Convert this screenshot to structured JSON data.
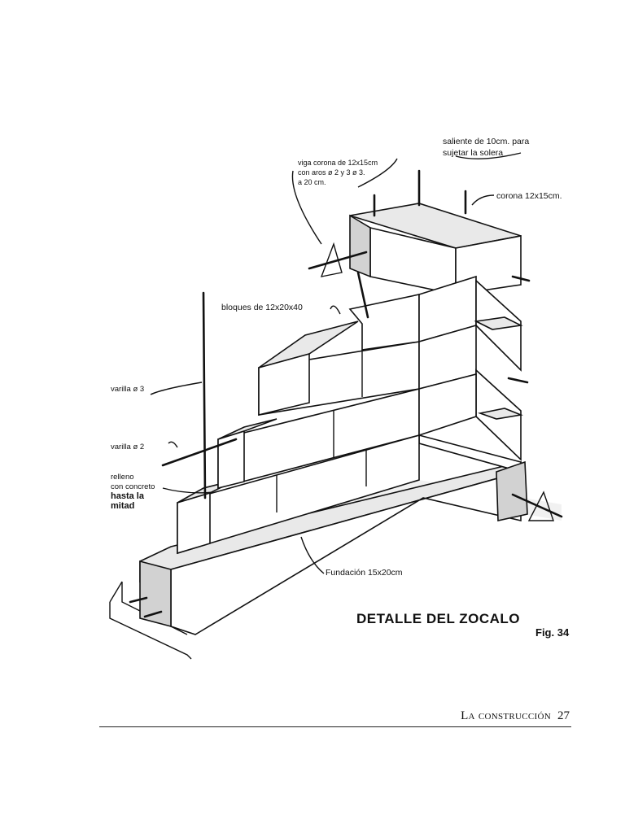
{
  "figure": {
    "title": "DETALLE DEL ZOCALO",
    "number": "Fig. 34",
    "labels": {
      "saliente_1": "saliente de 10cm. para",
      "saliente_2": "sujetar la solera",
      "viga_1": "viga corona de 12x15cm",
      "viga_2": "con aros ø 2 y 3 ø 3.",
      "viga_3": "a 20 cm.",
      "corona": "corona 12x15cm.",
      "bloques": "bloques de 12x20x40",
      "varilla3": "varilla ø 3",
      "varilla2": "varilla ø 2",
      "relleno_1": "relleno",
      "relleno_2": "con concreto",
      "relleno_3": "hasta la",
      "relleno_4": "mitad",
      "fundacion": "Fundación 15x20cm"
    }
  },
  "footer": {
    "section": "La construcción",
    "page": "27"
  }
}
